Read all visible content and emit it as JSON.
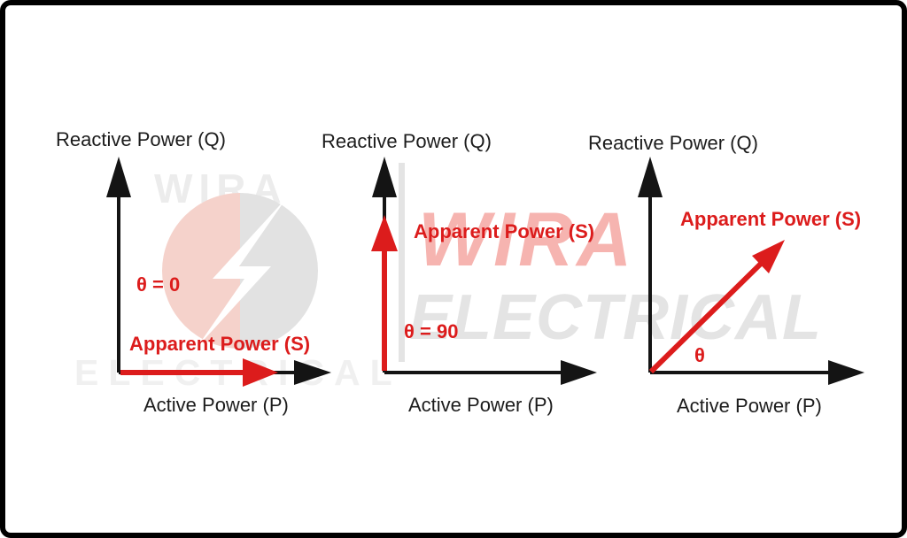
{
  "watermark": {
    "brand_name": "WIRA",
    "brand_suffix": "ELECTRICAL"
  },
  "colors": {
    "vector_red": "#dc1c1c",
    "axis_black": "#141414",
    "watermark_gray": "#ececec",
    "watermark_gray2": "#e4e4e4",
    "watermark_faint": "#f0f0f0",
    "watermark_pink": "#f6b4b0",
    "logo_pink": "#f5d2cb",
    "logo_gray": "#e2e2e2"
  },
  "diagrams": [
    {
      "y_axis_label": "Reactive Power (Q)",
      "x_axis_label": "Active Power (P)",
      "vector_label": "Apparent Power (S)",
      "angle_label": "θ = 0"
    },
    {
      "y_axis_label": "Reactive Power (Q)",
      "x_axis_label": "Active Power (P)",
      "vector_label": "Apparent Power (S)",
      "angle_label": "θ = 90"
    },
    {
      "y_axis_label": "Reactive Power (Q)",
      "x_axis_label": "Active Power (P)",
      "vector_label": "Apparent Power (S)",
      "angle_label": "θ"
    }
  ]
}
